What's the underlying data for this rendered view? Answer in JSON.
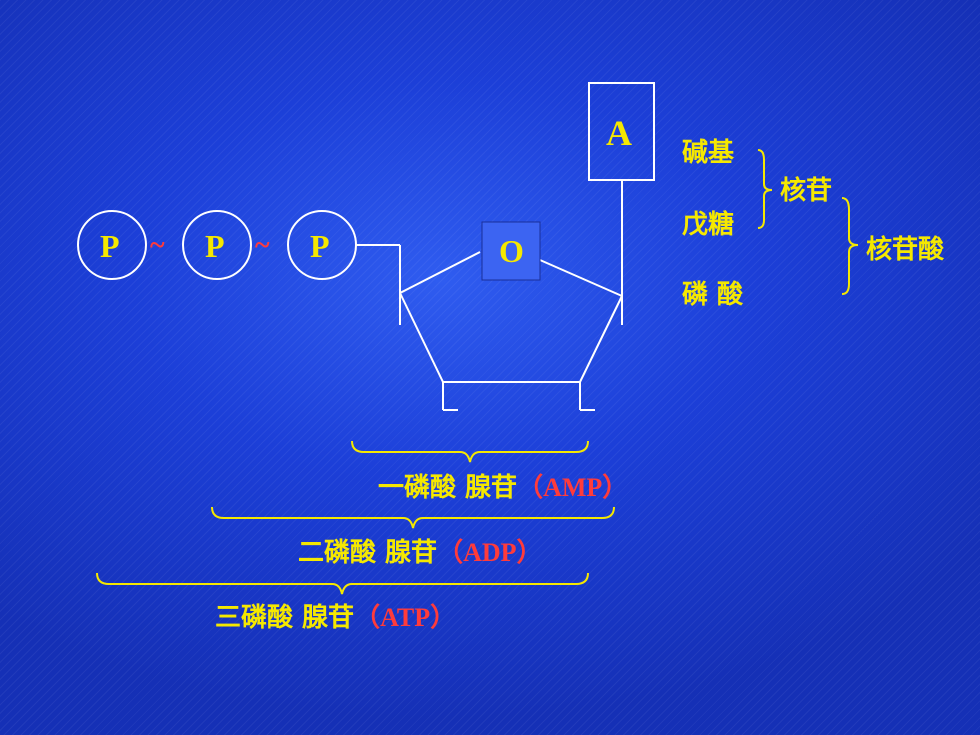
{
  "colors": {
    "label": "#f5e800",
    "abbrev": "#ff3b3b",
    "line": "#ffffff",
    "brace": "#f5e800",
    "tilde": "#ff3b3b"
  },
  "base": {
    "letter": "A"
  },
  "ring": {
    "oxygen": "O"
  },
  "phosphates": [
    "P",
    "P",
    "P"
  ],
  "bond_symbol": "~",
  "components": {
    "base": "碱基",
    "sugar": "戊糖",
    "phosphate": "磷 酸",
    "nucleoside": "核苷",
    "nucleotide": "核苷酸"
  },
  "amp": {
    "name": "一磷酸 腺苷",
    "abbrev": "（AMP）"
  },
  "adp": {
    "name": "二磷酸 腺苷",
    "abbrev": "（ADP）"
  },
  "atp": {
    "name": "三磷酸 腺苷",
    "abbrev": "（ATP）"
  }
}
